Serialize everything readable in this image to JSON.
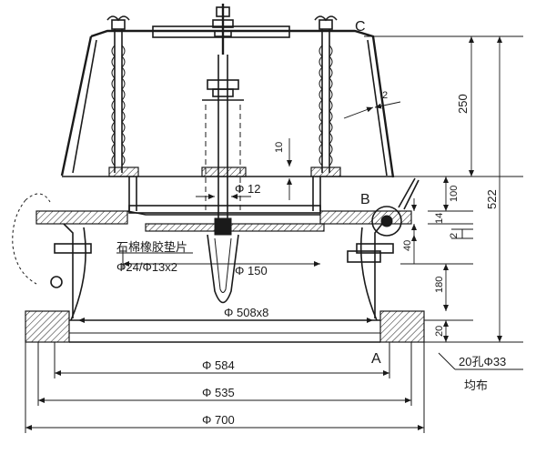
{
  "labels": {
    "point_c": "C",
    "point_b": "B",
    "point_a": "A",
    "gasket": "石棉橡胶垫片",
    "gasket_size": "Φ24/Φ13x2"
  },
  "dimensions": {
    "d_250": "250",
    "d_522": "522",
    "d_2_top": "2",
    "d_10": "10",
    "d_phi12": "Φ 12",
    "d_100": "100",
    "d_14": "14",
    "d_2_mid": "2",
    "d_40": "40",
    "d_180": "180",
    "d_20": "20",
    "d_phi150": "Φ 150",
    "d_phi508": "Φ 508x8",
    "d_phi584": "Φ 584",
    "d_phi535": "Φ 535",
    "d_phi700": "Φ 700",
    "d_holes": "20孔Φ33",
    "d_uniform": "均布"
  }
}
